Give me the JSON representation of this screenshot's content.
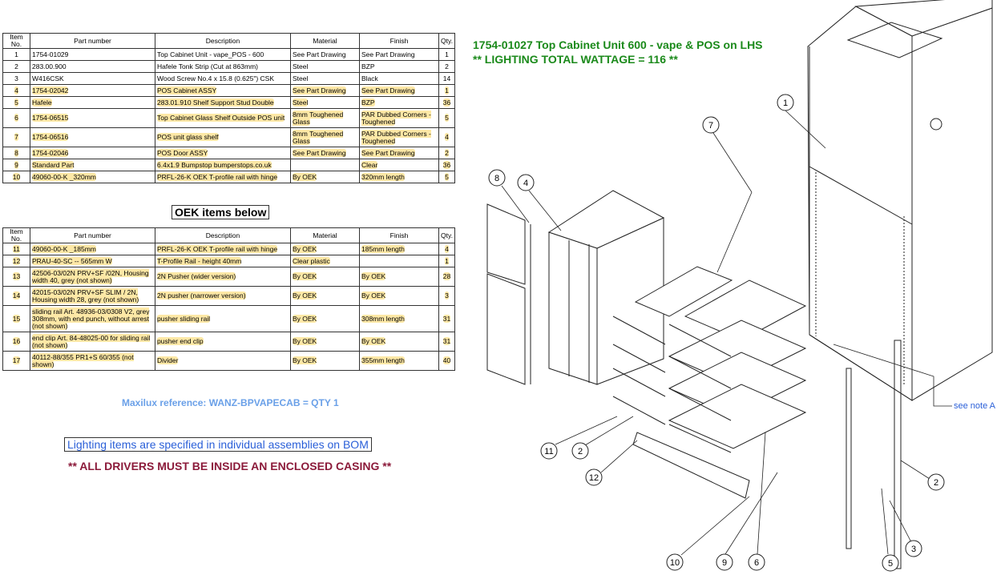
{
  "headers": [
    "Item No.",
    "Part number",
    "Description",
    "Material",
    "Finish",
    "Qty."
  ],
  "table1": [
    {
      "item": "1",
      "part": "1754-01029",
      "desc": "Top Cabinet Unit - vape_POS - 600",
      "mat": "See Part Drawing",
      "fin": "See Part Drawing",
      "qty": "1",
      "hl": false
    },
    {
      "item": "2",
      "part": "283.00.900",
      "desc": "Hafele Tonk Strip (Cut at 863mm)",
      "mat": "Steel",
      "fin": "BZP",
      "qty": "2",
      "hl": false
    },
    {
      "item": "3",
      "part": "W416CSK",
      "desc": "Wood Screw No.4 x 15.8 (0.625\") CSK",
      "mat": "Steel",
      "fin": "Black",
      "qty": "14",
      "hl": false
    },
    {
      "item": "4",
      "part": "1754-02042",
      "desc": "POS Cabinet ASSY",
      "mat": "See Part Drawing",
      "fin": "See Part Drawing",
      "qty": "1",
      "hl": true
    },
    {
      "item": "5",
      "part": "Hafele",
      "desc": "283.01.910  Shelf Support Stud Double",
      "mat": "Steel",
      "fin": "BZP",
      "qty": "36",
      "hl": true
    },
    {
      "item": "6",
      "part": "1754-06515",
      "desc": "Top Cabinet Glass Shelf Outside POS unit",
      "mat": "8mm Toughened Glass",
      "fin": "PAR Dubbed Corners - Toughened",
      "qty": "5",
      "hl": true,
      "tall": true
    },
    {
      "item": "7",
      "part": "1754-06516",
      "desc": "POS unit glass shelf",
      "mat": "8mm Toughened Glass",
      "fin": "PAR Dubbed Corners - Toughened",
      "qty": "4",
      "hl": true,
      "tall": true
    },
    {
      "item": "8",
      "part": "1754-02046",
      "desc": "POS Door ASSY",
      "mat": "See Part Drawing",
      "fin": "See Part Drawing",
      "qty": "2",
      "hl": true
    },
    {
      "item": "9",
      "part": "Standard Part",
      "desc": "6.4x1.9 Bumpstop bumperstops.co.uk",
      "mat": "",
      "fin": "Clear",
      "qty": "36",
      "hl": true
    },
    {
      "item": "10",
      "part": "49060-00-K _320mm",
      "desc": "PRFL-26-K OEK T-profile rail with hinge",
      "mat": "By OEK",
      "fin": "320mm length",
      "qty": "5",
      "hl": true
    }
  ],
  "oek_label": "OEK items below",
  "table2": [
    {
      "item": "11",
      "part": "49060-00-K _185mm",
      "desc": "PRFL-26-K OEK T-profile rail with hinge",
      "mat": "By OEK",
      "fin": "185mm length",
      "qty": "4"
    },
    {
      "item": "12",
      "part": "PRAU-40-SC -- 565mm W",
      "desc": "T-Profile Rail - height 40mm",
      "mat": "Clear plastic",
      "fin": "",
      "qty": "1"
    },
    {
      "item": "13",
      "part": "42506-03/02N PRV+SF /02N, Housing width 40, grey (not shown)",
      "desc": "2N Pusher (wider version)",
      "mat": "By OEK",
      "fin": "By OEK",
      "qty": "28",
      "tall": 1
    },
    {
      "item": "14",
      "part": "42015-03/02N PRV+SF SLIM / 2N, Housing width 28, grey (not shown)",
      "desc": "2N pusher (narrower version)",
      "mat": "By OEK",
      "fin": "By OEK",
      "qty": "3",
      "tall": 1
    },
    {
      "item": "15",
      "part": "sliding rail Art. 48936-03/0308 V2, grey 308mm, with end punch, without arrest (not shown)",
      "desc": "pusher sliding rail",
      "mat": "By OEK",
      "fin": "308mm length",
      "qty": "31",
      "tall": 2
    },
    {
      "item": "16",
      "part": "end clip Art. 84-48025-00 for sliding rail (not shown)",
      "desc": "pusher end clip",
      "mat": "By OEK",
      "fin": "By OEK",
      "qty": "31",
      "tall": 1
    },
    {
      "item": "17",
      "part": "40112-88/355 PR1+S 60/355 (not shown)",
      "desc": "Divider",
      "mat": "By OEK",
      "fin": "355mm length",
      "qty": "40",
      "tall": 1
    }
  ],
  "maxilux": "Maxilux reference: WANZ-BPVAPECAB = QTY 1",
  "lighting_note": "Lighting items are specified in individual assemblies on BOM",
  "drivers_note": "** ALL DRIVERS MUST BE INSIDE AN ENCLOSED CASING **",
  "title": "1754-01027 Top Cabinet Unit 600 - vape & POS on LHS",
  "wattage": "** LIGHTING TOTAL WATTAGE = 116 **",
  "see_note": "see note A",
  "balloons": [
    "1",
    "7",
    "8",
    "4",
    "11",
    "2",
    "12",
    "10",
    "9",
    "6",
    "5",
    "3",
    "2"
  ],
  "colors": {
    "highlight": "#fde8a6",
    "title_green": "#1b8a1b",
    "link_blue": "#2a5fd8",
    "drivers_red": "#8b1a3a"
  }
}
